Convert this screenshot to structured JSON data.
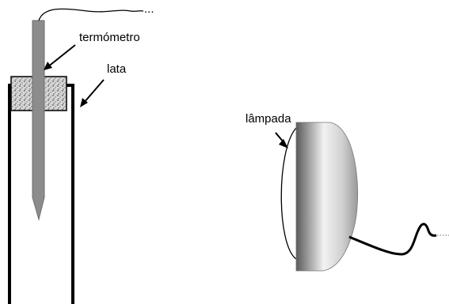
{
  "labels": {
    "thermometer": "termómetro",
    "can": "lata",
    "lamp": "lâmpada",
    "wire_ellipsis": "..."
  }
}
